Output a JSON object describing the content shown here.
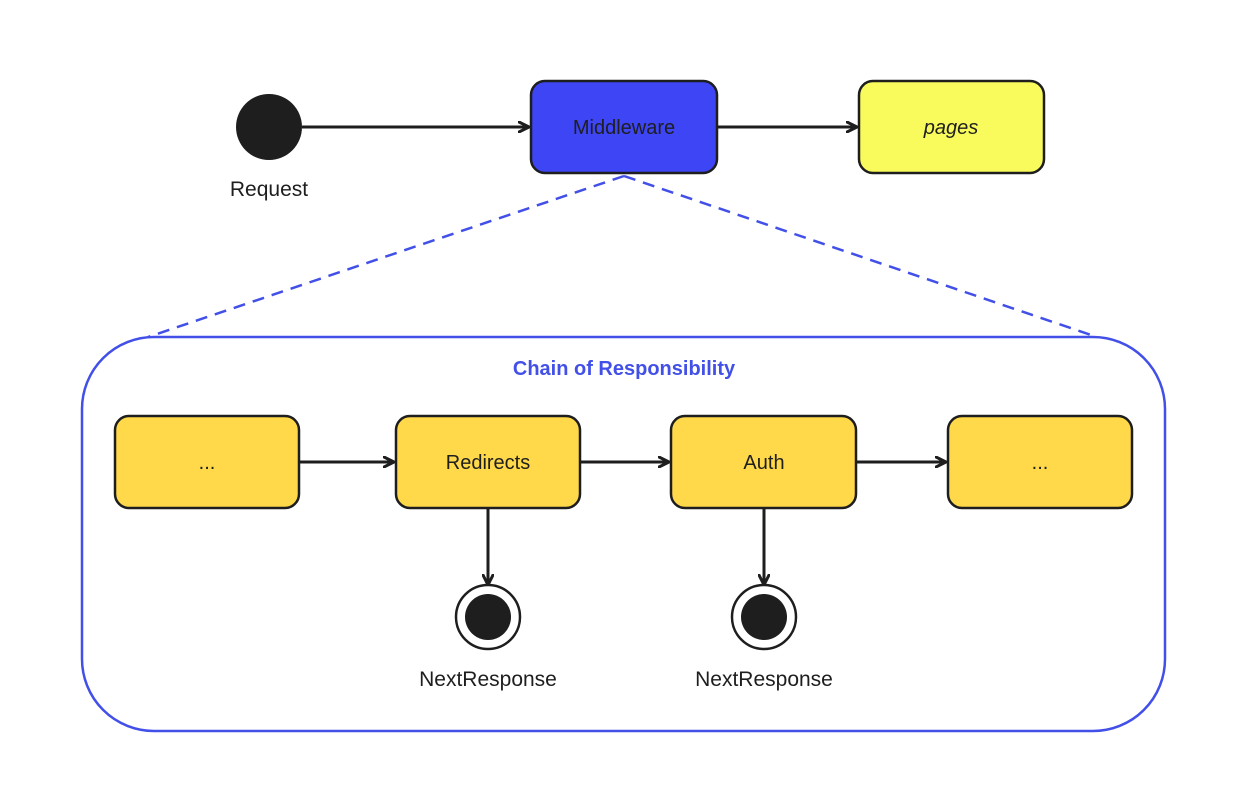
{
  "colors": {
    "ink": "#1e1e1e",
    "middleware_fill": "#3d45f5",
    "middleware_text": "#ffffff",
    "pages_fill": "#f9fb5c",
    "chain_node_fill": "#ffd94a",
    "chain_accent": "#4250e8",
    "background": "#ffffff"
  },
  "top_flow": {
    "start": {
      "label": "Request",
      "shape": "filled-circle"
    },
    "middleware": {
      "label": "Middleware"
    },
    "pages": {
      "label": "pages",
      "style": "italic"
    }
  },
  "chain": {
    "title": "Chain of Responsibility",
    "nodes": [
      {
        "label": "..."
      },
      {
        "label": "Redirects"
      },
      {
        "label": "Auth"
      },
      {
        "label": "..."
      }
    ],
    "end_states": [
      {
        "label": "NextResponse",
        "from": "Redirects"
      },
      {
        "label": "NextResponse",
        "from": "Auth"
      }
    ]
  },
  "edges": [
    {
      "from": "Request",
      "to": "Middleware",
      "style": "solid"
    },
    {
      "from": "Middleware",
      "to": "pages",
      "style": "solid"
    },
    {
      "from": "Middleware",
      "to": "Chain of Responsibility",
      "style": "dashed"
    },
    {
      "from": "...",
      "to": "Redirects",
      "style": "solid"
    },
    {
      "from": "Redirects",
      "to": "Auth",
      "style": "solid"
    },
    {
      "from": "Auth",
      "to": "...",
      "style": "solid"
    },
    {
      "from": "Redirects",
      "to": "NextResponse",
      "style": "solid"
    },
    {
      "from": "Auth",
      "to": "NextResponse",
      "style": "solid"
    }
  ]
}
